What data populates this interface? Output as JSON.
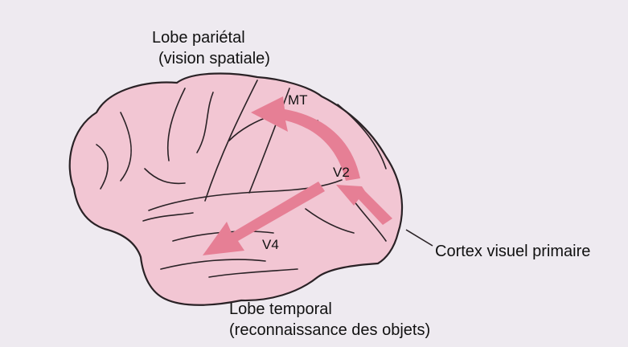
{
  "labels": {
    "parietal_title": "Lobe pariétal",
    "parietal_function": "(vision spatiale)",
    "temporal_title": "Lobe temporal",
    "temporal_function": "(reconnaissance des objets)",
    "primary_cortex": "Cortex visuel primaire"
  },
  "areas": {
    "mt": "MT",
    "v2": "V2",
    "v4": "V4"
  },
  "colors": {
    "brain_fill": "#f2c6d3",
    "arrow_fill": "#e67f95",
    "outline": "#2a2226"
  }
}
